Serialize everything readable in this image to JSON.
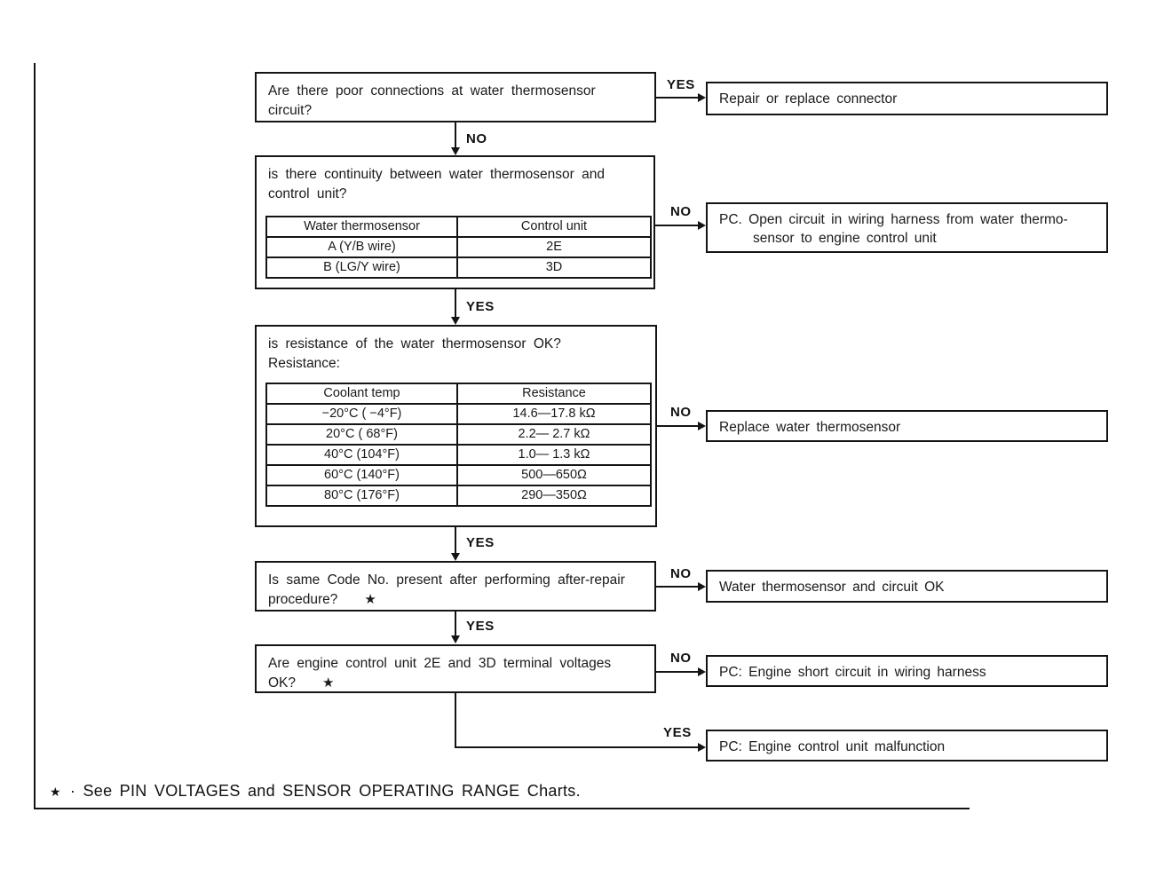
{
  "labels": {
    "yes": "YES",
    "no": "NO"
  },
  "flowchart": {
    "q1": {
      "text": "Are there poor connections at water thermosensor circuit?"
    },
    "r1": {
      "text": "Repair or replace connector"
    },
    "q2": {
      "text": "is there continuity between water thermosensor and control unit?",
      "table": {
        "headers": [
          "Water thermosensor",
          "Control unit"
        ],
        "rows": [
          [
            "A (Y/B wire)",
            "2E"
          ],
          [
            "B (LG/Y wire)",
            "3D"
          ]
        ]
      }
    },
    "r2": {
      "line1": "PC. Open circuit in wiring harness from water thermo-",
      "line2": "sensor to engine control unit"
    },
    "q3": {
      "line1": "is resistance of the water thermosensor OK?",
      "line2": "Resistance:",
      "table": {
        "headers": [
          "Coolant temp",
          "Resistance"
        ],
        "rows": [
          [
            "−20°C ( −4°F)",
            "14.6—17.8 kΩ"
          ],
          [
            "20°C ( 68°F)",
            "2.2— 2.7 kΩ"
          ],
          [
            "40°C (104°F)",
            "1.0— 1.3 kΩ"
          ],
          [
            "60°C (140°F)",
            "500—650Ω"
          ],
          [
            "80°C (176°F)",
            "290—350Ω"
          ]
        ]
      }
    },
    "r3": {
      "text": "Replace water thermosensor"
    },
    "q4": {
      "text": "Is same Code No. present after performing after-repair procedure?",
      "marker": "★"
    },
    "r4": {
      "text": "Water thermosensor and circuit OK"
    },
    "q5": {
      "text": "Are engine control unit 2E and 3D terminal voltages OK?",
      "marker": "★"
    },
    "r5": {
      "text": "PC: Engine short circuit in wiring harness"
    },
    "r6": {
      "text": "PC: Engine control unit malfunction"
    },
    "footnote": {
      "marker": "★",
      "text": "·  See PIN VOLTAGES and SENSOR OPERATING RANGE Charts."
    }
  }
}
